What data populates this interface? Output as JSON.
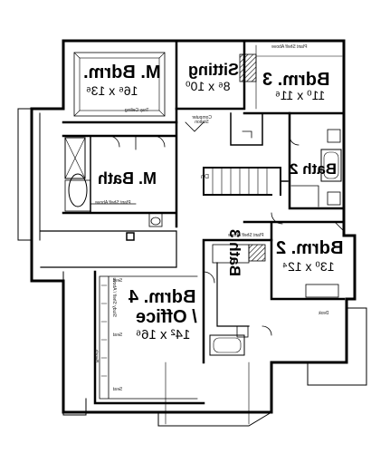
{
  "plan": {
    "rooms": {
      "m_bdrm": {
        "name": "M. Bdrm.",
        "dim": "16⁶ x 13⁶",
        "note": "Tray Ceiling"
      },
      "sitting": {
        "name": "Sitting",
        "dim": "8⁶ x 10⁰"
      },
      "bdrm3": {
        "name": "Bdrm. 3",
        "dim": "11⁰ x 11⁶"
      },
      "m_bath": {
        "name": "M. Bath"
      },
      "bath2": {
        "name": "Bath 2"
      },
      "bdrm2": {
        "name": "Bdrm. 2",
        "dim": "13⁰ x 12⁴"
      },
      "bath3": {
        "name": "Bath 3"
      },
      "bdrm4": {
        "name": "Bdrm. 4",
        "name2": "/ Office",
        "dim": "14² x 16⁶"
      }
    },
    "notes": {
      "plant_shelf_top": "Plant Shelf Above",
      "computer_station": "Computer Station",
      "dn": "Dn",
      "plant_shelf_mbath": "Plant Shelf Above",
      "plant_shelf_mid": "Plant Shelf Above",
      "desk": "Desk",
      "seat_top": "Seat",
      "seat_bottom": "Seat",
      "seat_mid": "Seat",
      "bench": "Bench",
      "stud_note": "Study Shelf / Above"
    }
  }
}
